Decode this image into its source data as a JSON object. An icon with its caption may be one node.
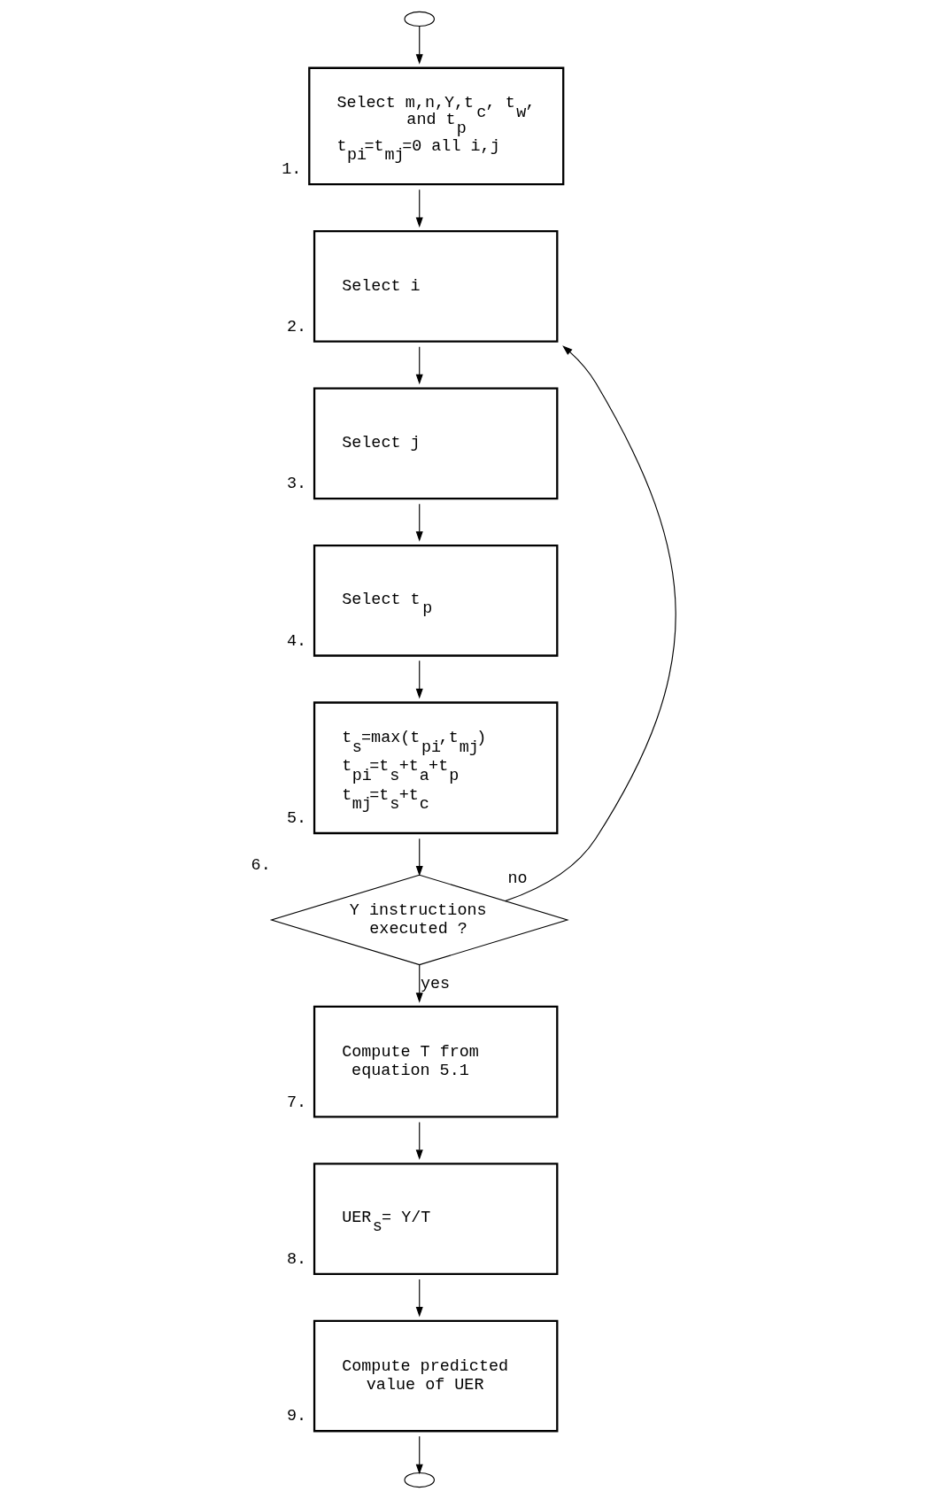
{
  "diagram": {
    "nodes": [
      {
        "text": [],
        "shape": "ellipse"
      },
      {
        "text": [
          "Select m,n,Y,t$_{c}$, t$_{w}$, and t$_{p}$",
          "t$_{pi}$=t$_{mj}$=0 all i,j"
        ],
        "beside": [
          "1."
        ]
      },
      {
        "text": [
          "Select i"
        ],
        "beside": [
          "2."
        ]
      },
      {
        "text": [
          "Select j"
        ],
        "beside": [
          "3."
        ]
      },
      {
        "text": [
          "Select t$_{p}$"
        ],
        "beside": [
          "4."
        ]
      },
      {
        "text": [
          "t$_{s}$=max(t$_{pi}$,t$_{mj}$)",
          "t$_{pi}$=t$_{s}$+t$_{a}$+t$_{p}$",
          "t$_{mj}$=t$_{s}$+t$_{c}$"
        ],
        "beside": [
          "5."
        ]
      },
      {
        "text": [
          "Y instructions executed ?"
        ],
        "beside": [
          "6."
        ]
      },
      {
        "text": [
          "Compute T from equation 5.1"
        ],
        "beside": [
          "7."
        ]
      },
      {
        "text": [
          "UER$_{s}$= Y/T"
        ],
        "beside": [
          "8."
        ]
      },
      {
        "text": [
          "Compute predicted value of UER"
        ],
        "beside": [
          "9."
        ]
      },
      {
        "text": [],
        "shape": "ellipse"
      }
    ],
    "edges": [
      {
        "from": 0,
        "to": 1,
        "arrow": "to"
      },
      {
        "from": 1,
        "to": 2,
        "arrow": "to"
      },
      {
        "from": 2,
        "to": 3,
        "arrow": "to"
      },
      {
        "from": 3,
        "to": 4,
        "arrow": "to"
      },
      {
        "from": 4,
        "to": 5,
        "arrow": "to"
      },
      {
        "from": 5,
        "to": 6,
        "arrow": "to"
      },
      {
        "from": 6,
        "to": 2,
        "arrow": "to",
        "label": "no"
      },
      {
        "from": 6,
        "to": 7,
        "arrow": "to",
        "label": "yes"
      },
      {
        "from": 7,
        "to": 8,
        "arrow": "to"
      },
      {
        "from": 8,
        "to": 9,
        "arrow": "to"
      },
      {
        "from": 9,
        "to": 10,
        "arrow": "to"
      }
    ]
  }
}
